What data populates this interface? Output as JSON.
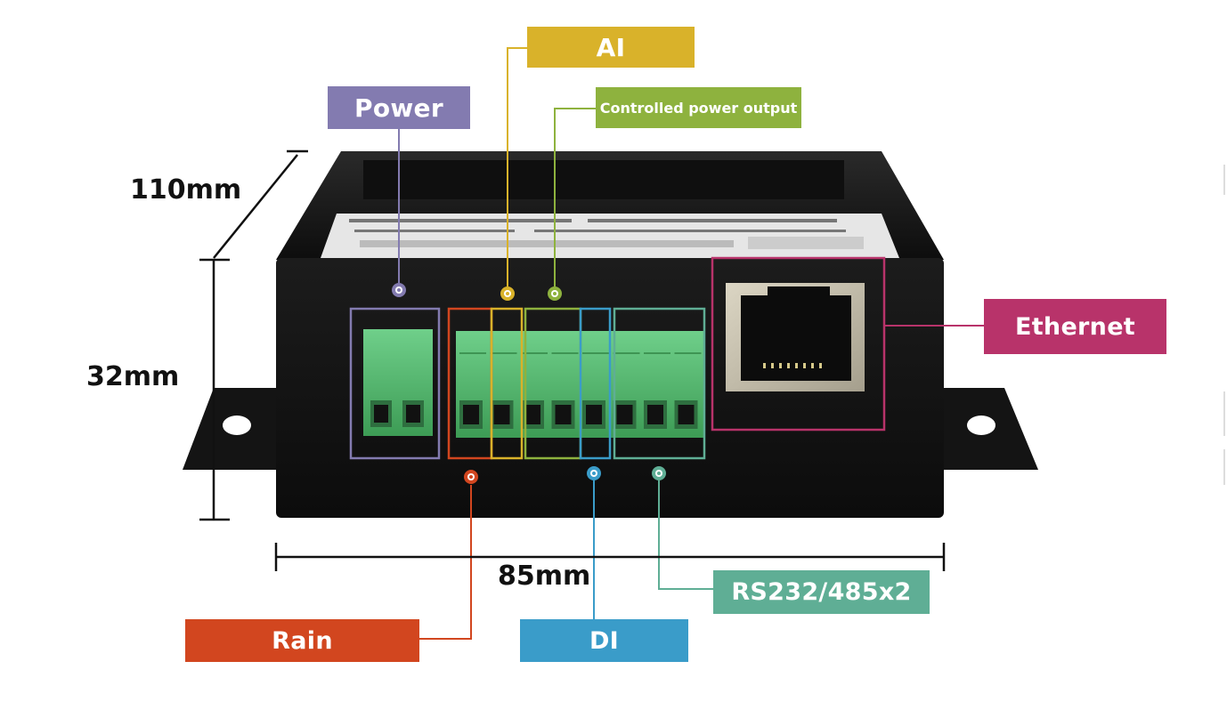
{
  "callouts": {
    "ai": {
      "label": "AI",
      "color": "#D9B22A"
    },
    "power": {
      "label": "Power",
      "color": "#837BB0"
    },
    "controlled_power_output": {
      "label": "Controlled power output",
      "color": "#8EB23E"
    },
    "ethernet": {
      "label": "Ethernet",
      "color": "#B8336A"
    },
    "rs232_485": {
      "label": "RS232/485x2",
      "color": "#5FAE95"
    },
    "rain": {
      "label": "Rain",
      "color": "#D2461F"
    },
    "di": {
      "label": "DI",
      "color": "#3A9CC9"
    }
  },
  "dimensions": {
    "depth": "110mm",
    "height": "32mm",
    "width": "85mm"
  },
  "device": {
    "body_color": "#151515",
    "terminal_color": "#4DB56A",
    "terminal_count": 10,
    "ethernet_port": "RJ45"
  }
}
